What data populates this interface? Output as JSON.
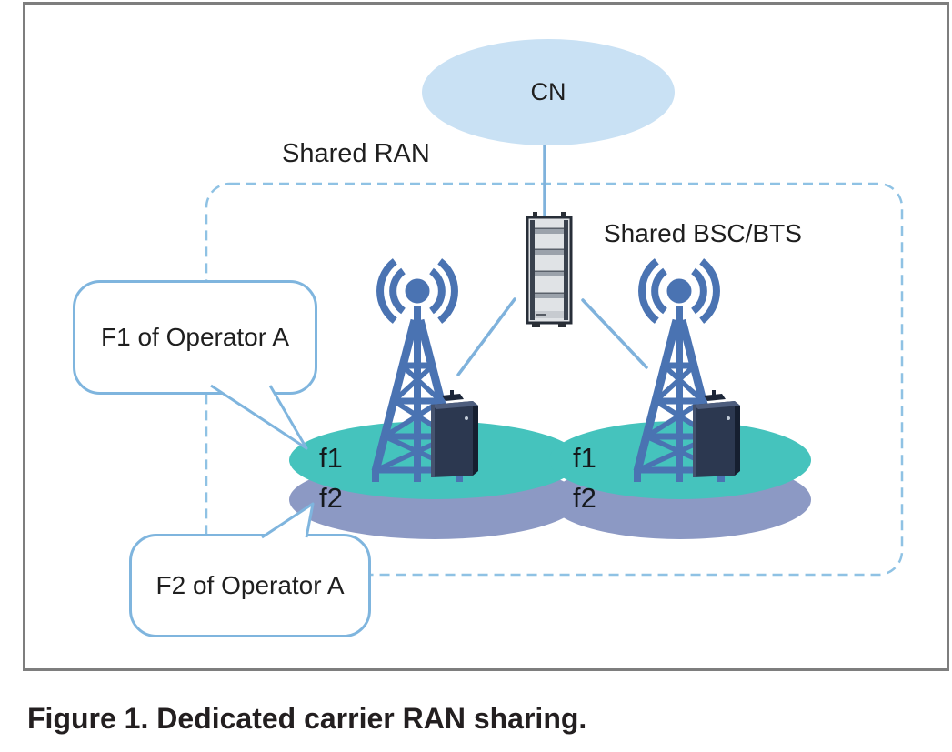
{
  "figure": {
    "caption": "Figure 1. Dedicated carrier RAN sharing.",
    "core_network": {
      "label": "CN"
    },
    "shared_ran": {
      "label": "Shared RAN"
    },
    "bsc": {
      "label": "Shared BSC/BTS"
    },
    "callouts": {
      "f1": {
        "text": "F1 of Operator A"
      },
      "f2": {
        "text": "F2 of Operator A"
      }
    },
    "cells": {
      "left_f1": "f1",
      "left_f2": "f2",
      "right_f1": "f1",
      "right_f2": "f2"
    },
    "colors": {
      "f1_fill": "#45c3bd",
      "f2_fill": "#8c99c4",
      "cn_fill": "#c9e1f4",
      "tower_blue": "#4a73b2",
      "connector_blue": "#7fb2dc",
      "dashed_boundary": "#8fc2e4",
      "callout_border": "#7fb5de",
      "frame_border": "#7e7e7e"
    }
  }
}
